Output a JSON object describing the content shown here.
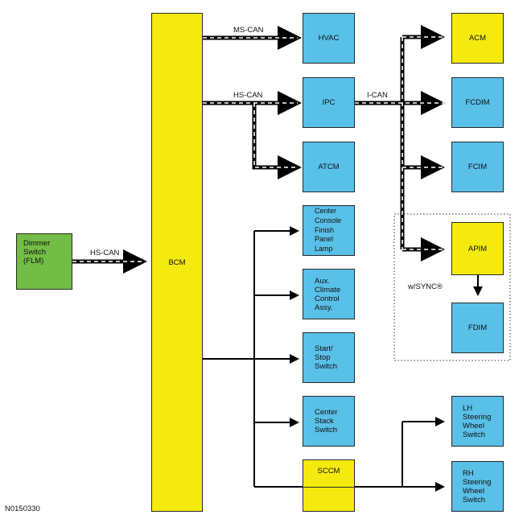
{
  "modules": {
    "bcm": "BCM",
    "dimmer": "Dimmer\nSwitch\n(FLM)",
    "hvac": "HVAC",
    "ipc": "IPC",
    "atcm": "ATCM",
    "center_console": "Center\nConsole\nFinish\nPanel\nLamp",
    "aux_climate": "Aux.\nClimate\nControl\nAssy.",
    "start_stop": "Start/\nStop\nSwitch",
    "center_stack": "Center\nStack\nSwitch",
    "sccm": "SCCM",
    "acm": "ACM",
    "fcdim": "FCDIM",
    "fcim": "FCIM",
    "apim": "APIM",
    "fdim": "FDIM",
    "lh_switch": "LH\nSteering\nWheel\nSwitch",
    "rh_switch": "RH\nSteering\nWheel\nSwitch"
  },
  "buses": {
    "ms_can": "MS-CAN",
    "hs_can_top": "HS-CAN",
    "hs_can_left": "HS-CAN",
    "i_can": "I-CAN"
  },
  "sync_label": "w/SYNC®",
  "figure_id": "N0150330",
  "colors": {
    "module_blue": "#59c0e8",
    "module_yellow": "#f5ea0f",
    "module_green": "#72bd45"
  }
}
